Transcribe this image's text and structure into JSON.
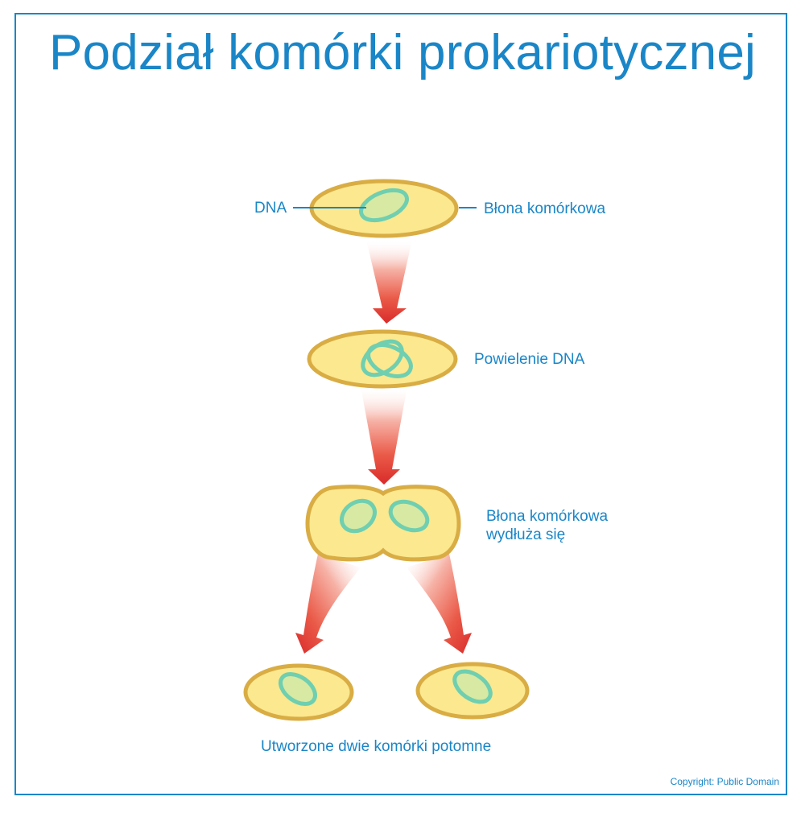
{
  "title": "Podział komórki prokariotycznej",
  "labels": {
    "dna": "DNA",
    "membrane": "Błona komórkowa",
    "replication": "Powielenie DNA",
    "elongation_line1": "Błona komórkowa",
    "elongation_line2": "wydłuża się",
    "daughters": "Utworzone dwie komórki potomne"
  },
  "copyright": "Copyright: Public Domain",
  "colors": {
    "accent": "#1a86c7",
    "cell_fill": "#fbe88f",
    "cell_outline": "#d9ad44",
    "dna_ring": "#6fcfb0",
    "dna_fill": "#d7e9a2",
    "arrow_tip": "#d92b2b"
  }
}
